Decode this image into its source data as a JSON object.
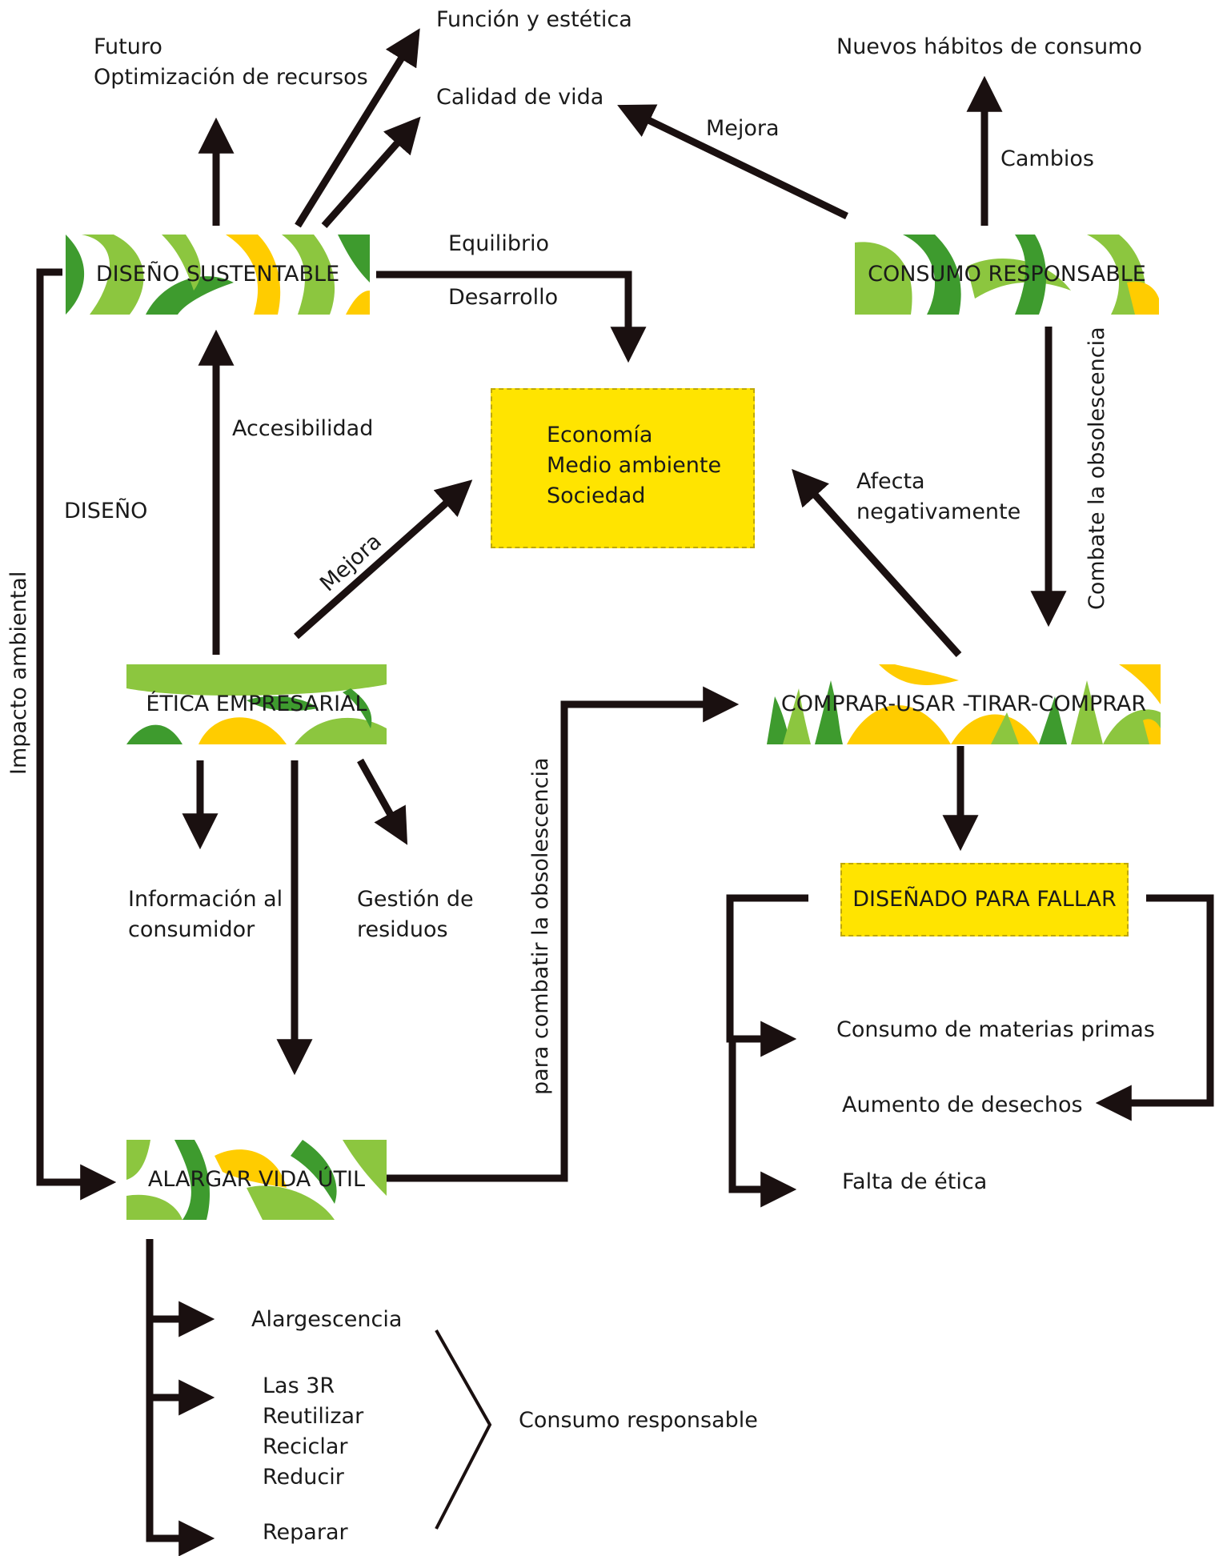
{
  "nodes": {
    "diseno_sustentable": "DISEÑO SUSTENTABLE",
    "consumo_responsable": "CONSUMO RESPONSABLE",
    "etica_empresarial": "ÉTICA EMPRESARIAL",
    "comprar_usar_tirar": "COMPRAR-USAR -TIRAR-COMPRAR",
    "alargar_vida_util": "ALARGAR VIDA ÚTIL",
    "disenado_para_fallar": "DISEÑADO PARA FALLAR"
  },
  "center_box": {
    "lines": [
      "Economía",
      "Medio ambiente",
      "Sociedad"
    ]
  },
  "labels": {
    "futuro": "Futuro",
    "optimizacion": "Optimización de recursos",
    "funcion_estetica": "Función y estética",
    "calidad_vida": "Calidad de vida",
    "nuevos_habitos": "Nuevos hábitos de consumo",
    "mejora_top": "Mejora",
    "cambios": "Cambios",
    "equilibrio": "Equilibrio",
    "desarrollo": "Desarrollo",
    "accesibilidad": "Accesibilidad",
    "diseno": "DISEÑO",
    "mejora_mid": "Mejora",
    "afecta_1": "Afecta",
    "afecta_2": "negativamente",
    "combate_obsolescencia": "Combate la obsolescencia",
    "impacto_ambiental": "Impacto ambiental",
    "para_combatir": "para combatir la obsolescencia",
    "info_1": "Información al",
    "info_2": "consumidor",
    "gestion_1": "Gestión de",
    "gestion_2": "residuos",
    "consumo_materias": "Consumo de materias primas",
    "aumento_desechos": "Aumento de desechos",
    "falta_etica": "Falta de ética",
    "alargescencia": "Alargescencia",
    "tres_r": [
      "Las 3R",
      "Reutilizar",
      "Reciclar",
      "Reducir"
    ],
    "reparar": "Reparar",
    "consumo_responsable_lbl": "Consumo responsable"
  },
  "colors": {
    "line": "#1a1010",
    "green_dark": "#3e9b2e",
    "green_light": "#8cc63f",
    "yellow": "#ffcc00",
    "box_yellow": "#ffe400"
  }
}
